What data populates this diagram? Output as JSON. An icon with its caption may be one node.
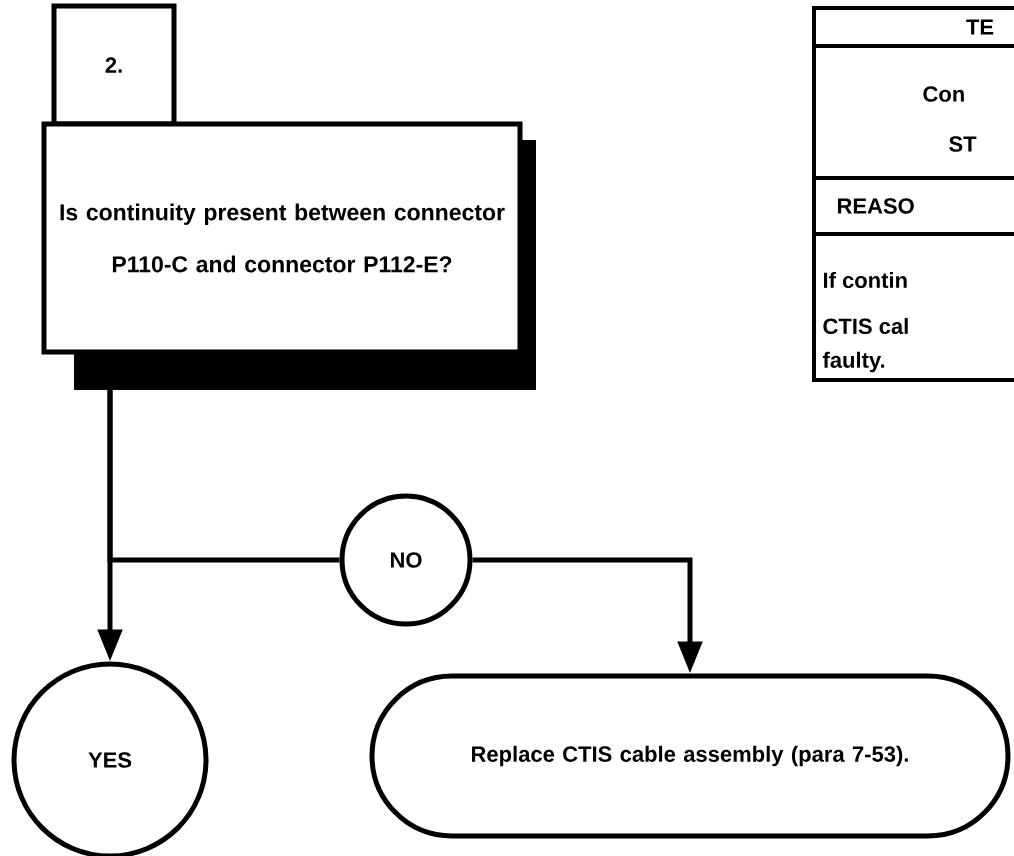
{
  "diagram": {
    "nodes": [
      {
        "text": [
          "2."
        ]
      },
      {
        "text": [
          "Is continuity present between connector P110-C and connector P112-E?"
        ]
      },
      {
        "text": [
          "NO"
        ]
      },
      {
        "text": [
          "YES"
        ]
      },
      {
        "text": [
          "Replace CTIS cable assembly (para 7-53)."
        ]
      }
    ],
    "edges": [
      {
        "from": 1,
        "to": 3,
        "arrow": "to"
      },
      {
        "from": 1,
        "to": 2,
        "arrow": "none"
      },
      {
        "from": 2,
        "to": 4,
        "arrow": "to"
      }
    ],
    "labels": [
      "TE",
      "Con",
      "ST",
      "REASO",
      "If contin",
      "CTIS cal",
      "faulty."
    ]
  }
}
